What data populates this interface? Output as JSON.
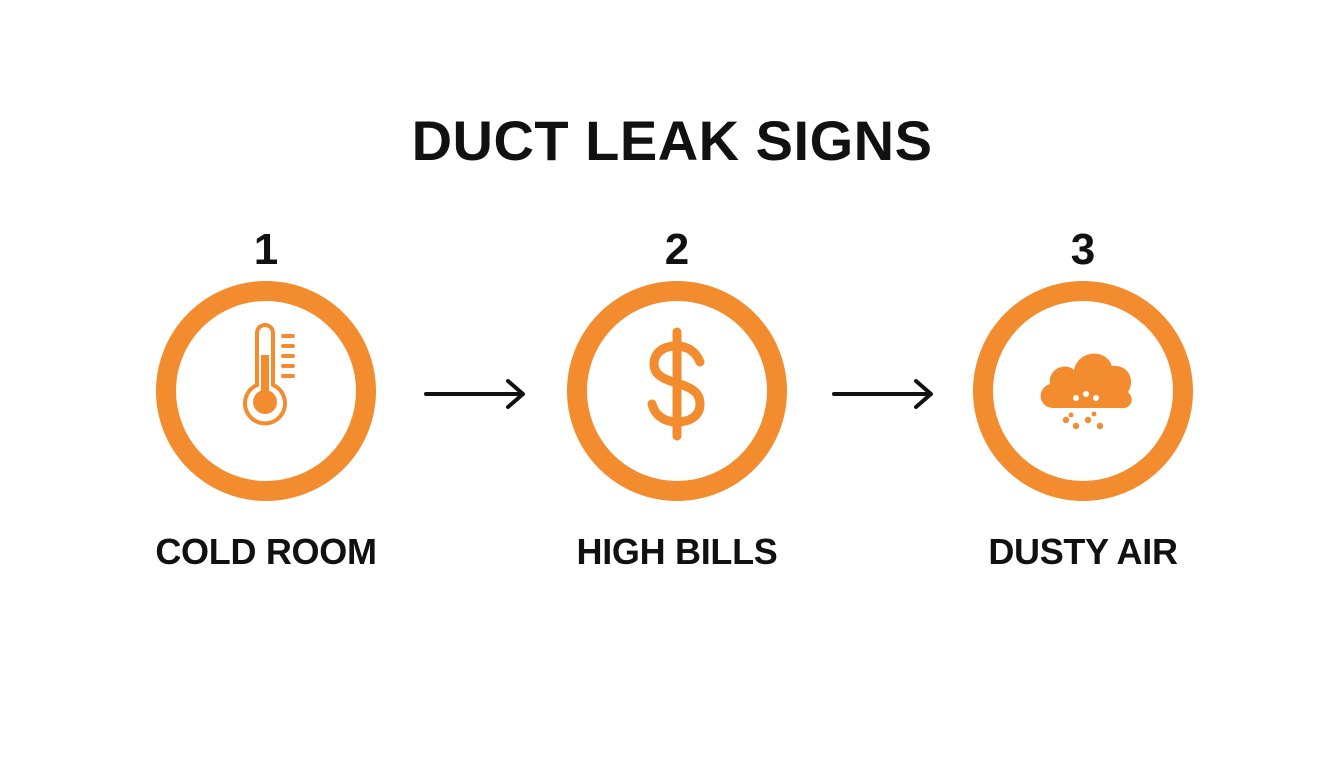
{
  "title": "DUCT LEAK SIGNS",
  "accent_color": "#F28C2E",
  "steps": [
    {
      "number": "1",
      "label": "COLD ROOM",
      "icon": "thermometer-icon"
    },
    {
      "number": "2",
      "label": "HIGH BILLS",
      "icon": "dollar-sign-icon"
    },
    {
      "number": "3",
      "label": "DUSTY AIR",
      "icon": "dust-cloud-icon"
    }
  ]
}
